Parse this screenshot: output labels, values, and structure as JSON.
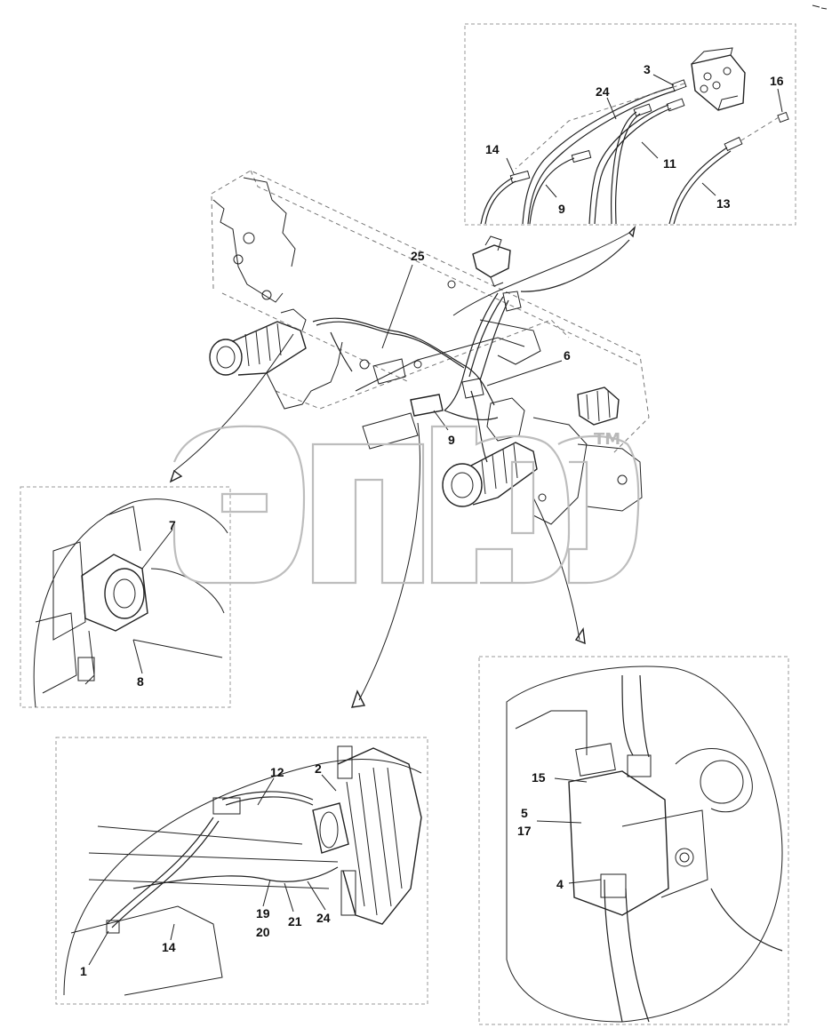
{
  "diagram": {
    "callouts": {
      "c3": "3",
      "c24top": "24",
      "c16": "16",
      "c14top": "14",
      "c11": "11",
      "c9top": "9",
      "c13": "13",
      "c25": "25",
      "c6": "6",
      "c9mid": "9",
      "c7": "7",
      "c8": "8",
      "c12": "12",
      "c2": "2",
      "c19": "19",
      "c20": "20",
      "c21": "21",
      "c24bot": "24",
      "c14bot": "14",
      "c1": "1",
      "c15": "15",
      "c5": "5",
      "c17": "17",
      "c4": "4"
    },
    "watermark": {
      "tm": "TM"
    },
    "colors": {
      "line": "#222222",
      "watermark": "#bdbdbd",
      "frame": "#999999"
    }
  }
}
